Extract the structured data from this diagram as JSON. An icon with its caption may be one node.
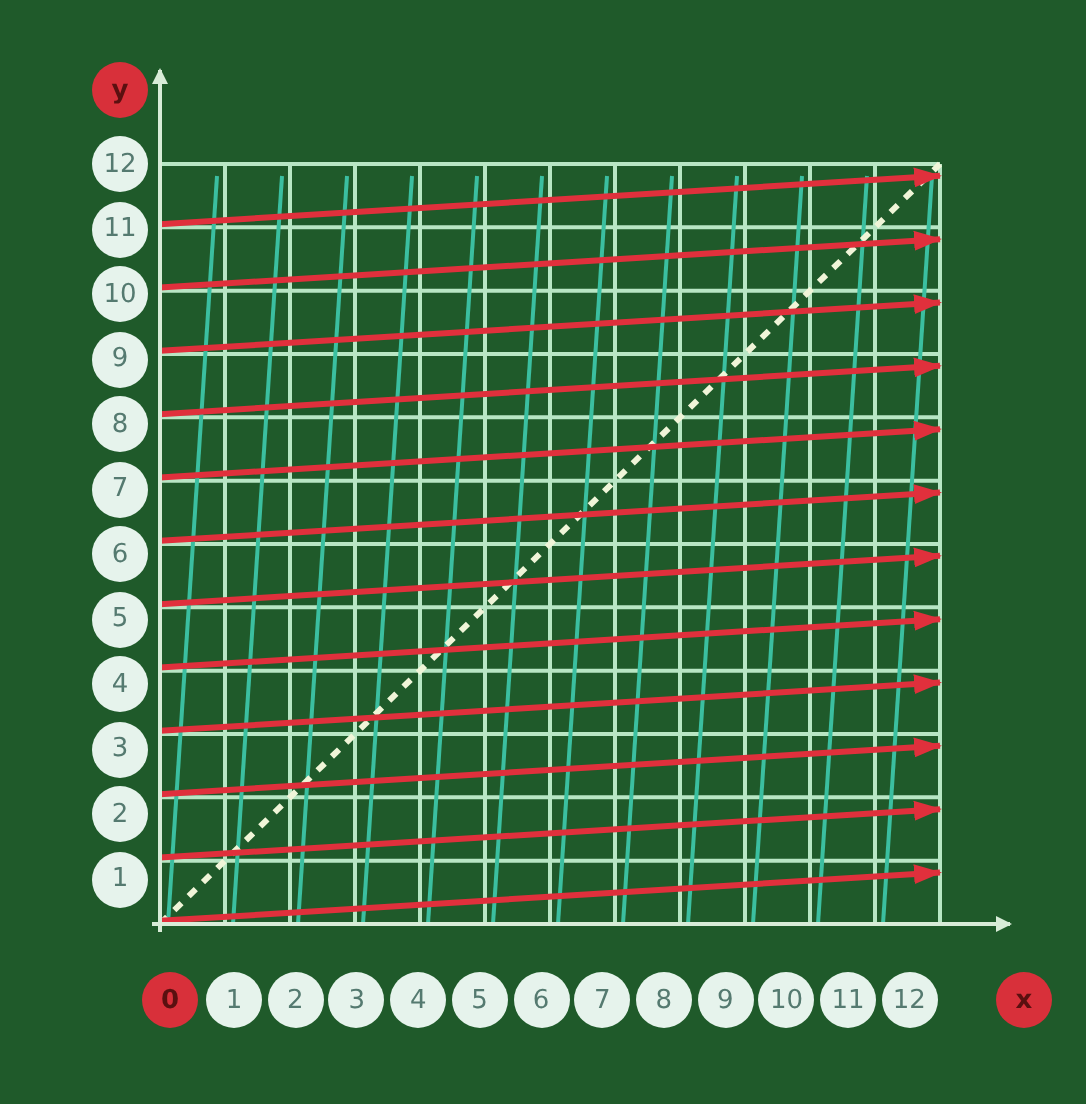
{
  "diagram": {
    "nodes": [
      {
        "text": [
          "y"
        ]
      },
      {
        "text": [
          "12"
        ]
      },
      {
        "text": [
          "11"
        ]
      },
      {
        "text": [
          "10"
        ]
      },
      {
        "text": [
          "9"
        ]
      },
      {
        "text": [
          "8"
        ]
      },
      {
        "text": [
          "7"
        ]
      },
      {
        "text": [
          "6"
        ]
      },
      {
        "text": [
          "5"
        ]
      },
      {
        "text": [
          "4"
        ]
      },
      {
        "text": [
          "3"
        ]
      },
      {
        "text": [
          "2"
        ]
      },
      {
        "text": [
          "1"
        ]
      },
      {
        "text": [
          "0"
        ]
      },
      {
        "text": [
          "1"
        ]
      },
      {
        "text": [
          "2"
        ]
      },
      {
        "text": [
          "3"
        ]
      },
      {
        "text": [
          "4"
        ]
      },
      {
        "text": [
          "5"
        ]
      },
      {
        "text": [
          "6"
        ]
      },
      {
        "text": [
          "7"
        ]
      },
      {
        "text": [
          "8"
        ]
      },
      {
        "text": [
          "9"
        ]
      },
      {
        "text": [
          "10"
        ]
      },
      {
        "text": [
          "11"
        ]
      },
      {
        "text": [
          "12"
        ]
      },
      {
        "text": [
          "x"
        ]
      }
    ]
  }
}
